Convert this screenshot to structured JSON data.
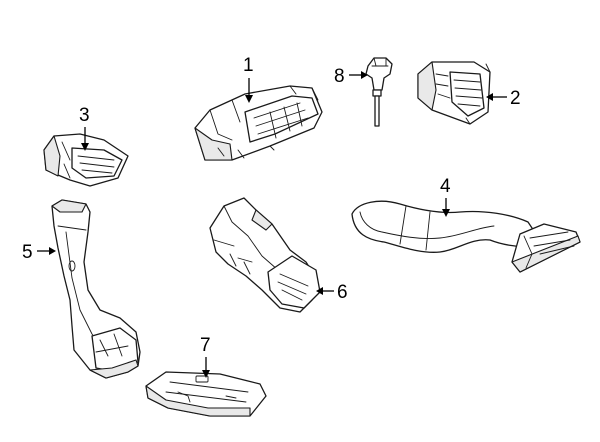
{
  "callouts": {
    "c1": "1",
    "c2": "2",
    "c3": "3",
    "c4": "4",
    "c5": "5",
    "c6": "6",
    "c7": "7",
    "c8": "8"
  },
  "colors": {
    "line": "#1a1a1a",
    "background": "#ffffff",
    "shade": "#e9e9e9"
  }
}
